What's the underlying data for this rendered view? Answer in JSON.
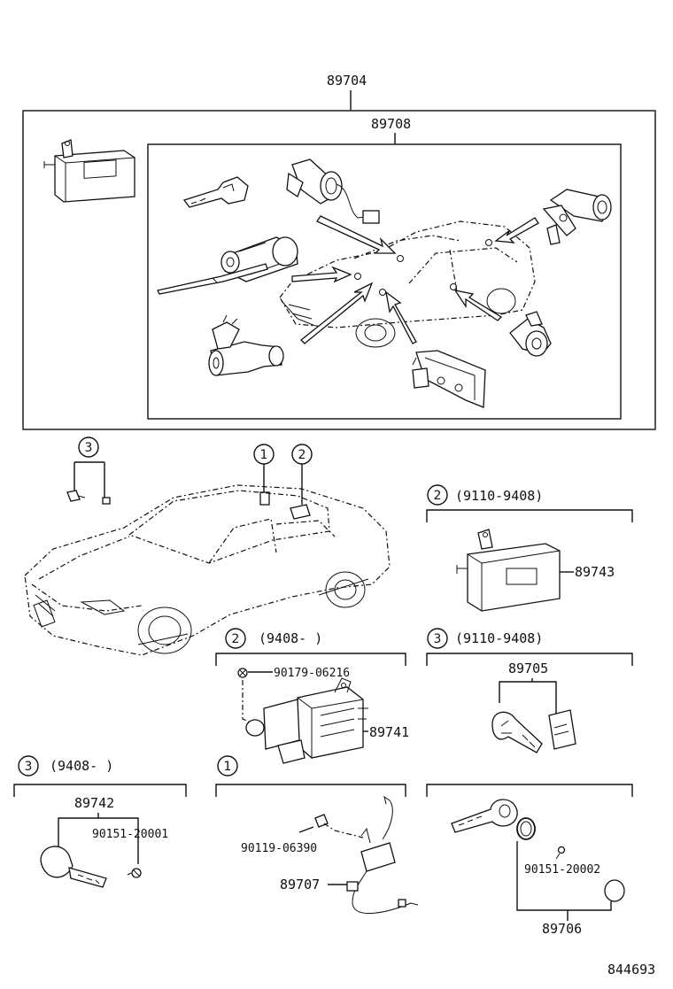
{
  "diagram": {
    "top": {
      "assembly_label": "89704",
      "kit_label": "89708"
    },
    "car_markers": {
      "marker_1": "1",
      "marker_2": "2",
      "marker_3": "3"
    },
    "section_2_early": {
      "marker": "2",
      "range": "(9110-9408)",
      "part": "89743"
    },
    "section_2_late": {
      "marker": "2",
      "range": "(9408-      )",
      "screw": "90179-06216",
      "part": "89741"
    },
    "section_3_early": {
      "marker": "3",
      "range": "(9110-9408)",
      "part": "89705"
    },
    "section_3_late": {
      "marker": "3",
      "range": "(9408-      )",
      "part": "89742",
      "screw": "90151-20001"
    },
    "section_1": {
      "marker": "1",
      "screw": "90119-06390",
      "part": "89707"
    },
    "section_keys": {
      "screw": "90151-20002",
      "part": "89706"
    },
    "drawing_number": "844693"
  }
}
